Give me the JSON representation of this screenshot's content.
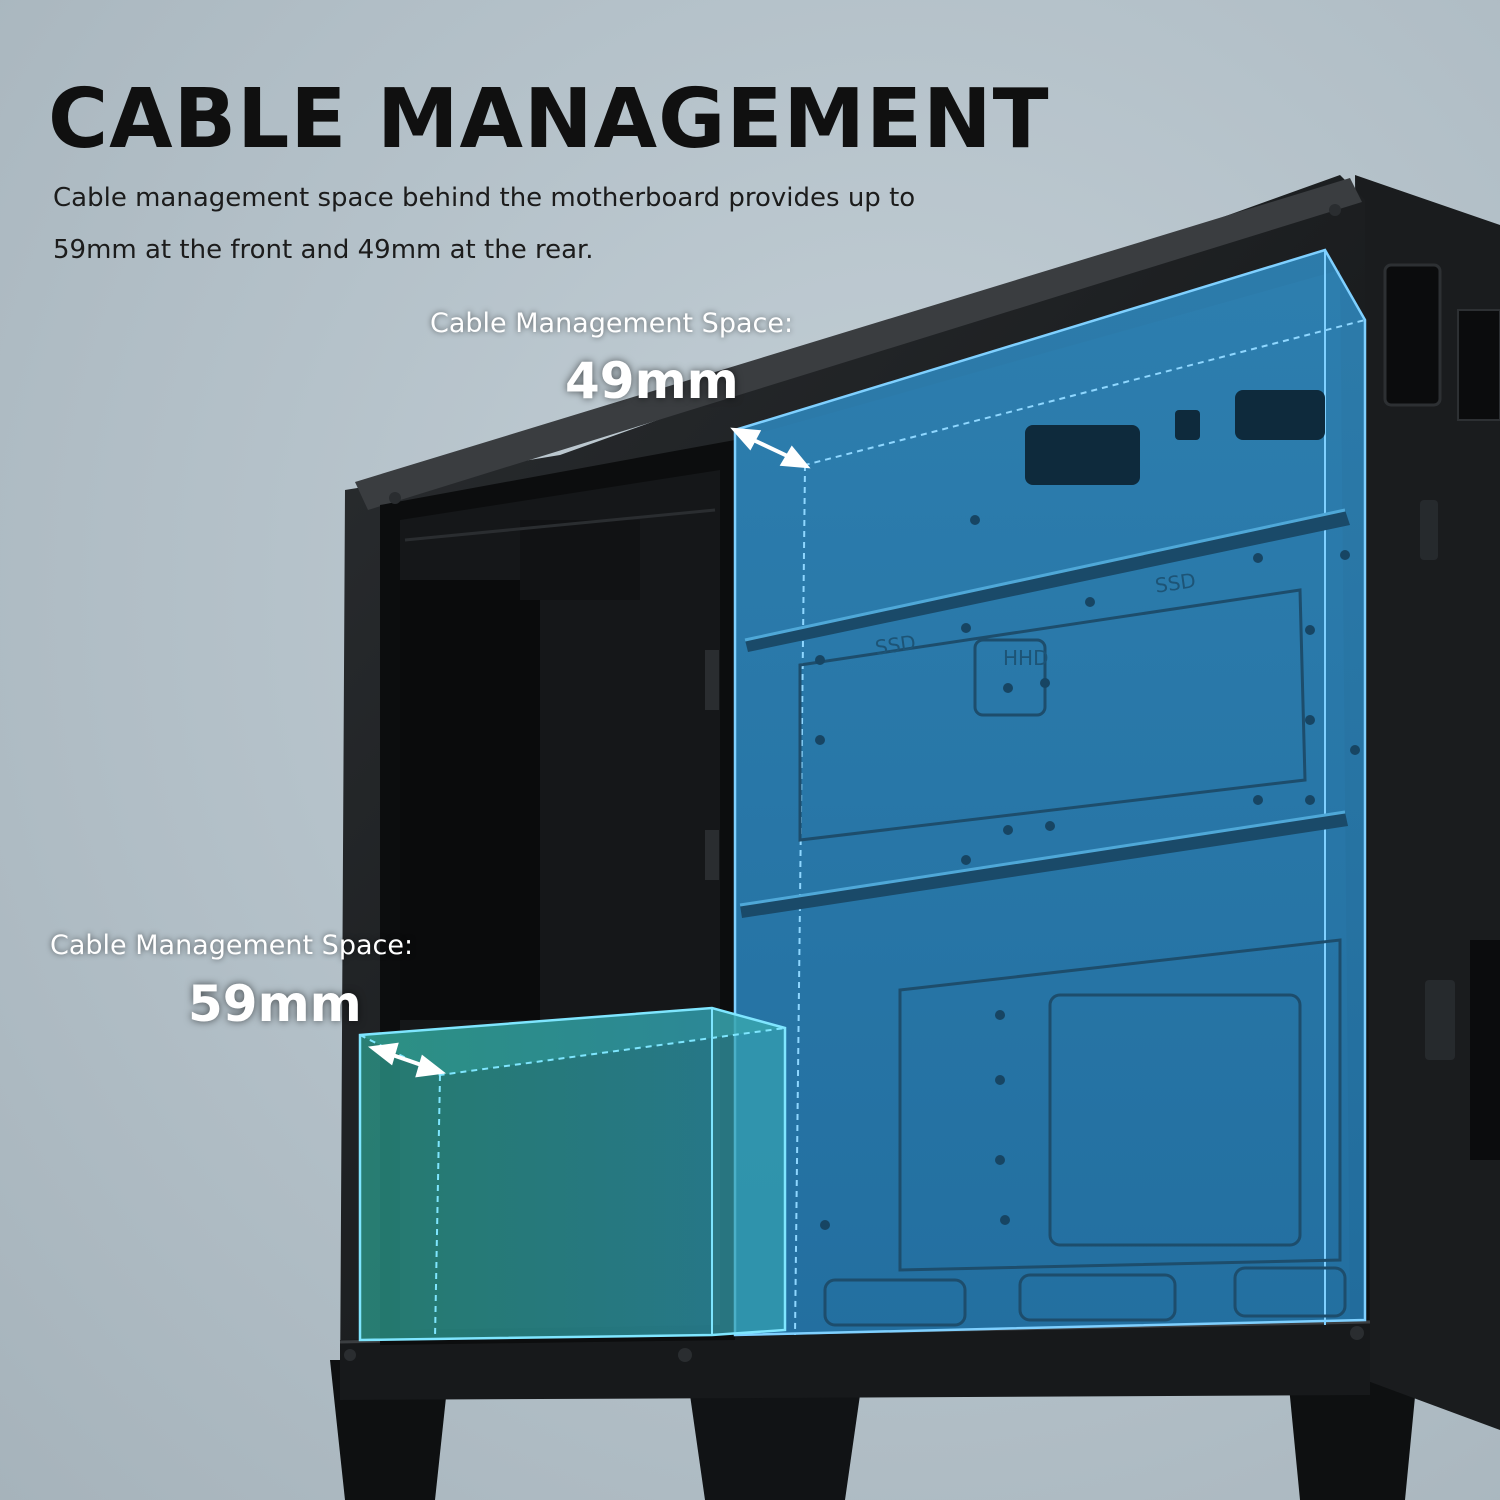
{
  "header": {
    "title": "CABLE MANAGEMENT",
    "subtitle": "Cable management space behind the motherboard provides up to 59mm at the front and 49mm at the rear."
  },
  "rear_space": {
    "label": "Cable Management Space:",
    "value": "49mm"
  },
  "front_space": {
    "label": "Cable Management Space:",
    "value": "59mm"
  },
  "case_markings": {
    "ssd_top": "SSD",
    "ssd_left": "SSD",
    "hdd": "HHD"
  },
  "colors": {
    "background": "#b7c3cb",
    "case_frame": "#141618",
    "rear_volume": "#2a7fb4",
    "front_volume": "#2f9f95",
    "text_dark": "#111111",
    "text_light": "#ffffff"
  }
}
